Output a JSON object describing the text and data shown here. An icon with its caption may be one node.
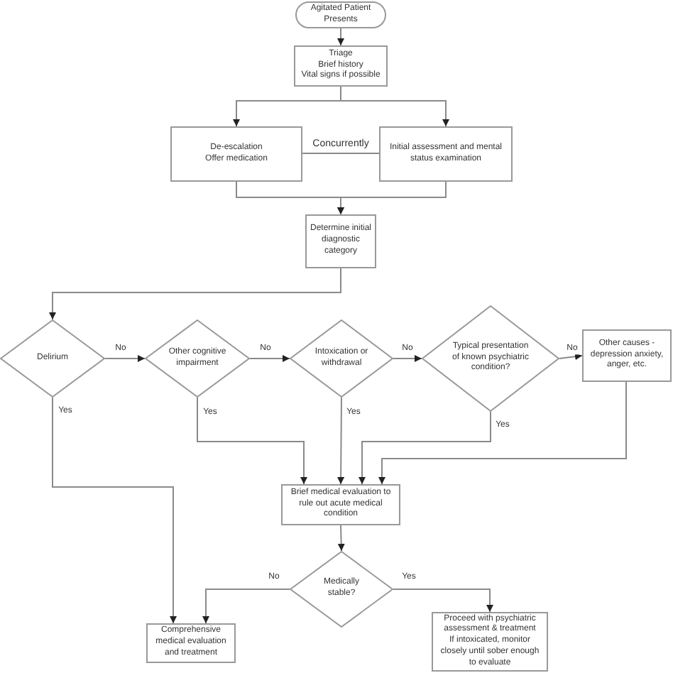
{
  "diagram": {
    "nodes": [
      {
        "text": [
          "Agitated Patient Presents"
        ]
      },
      {
        "text": [
          "Triage",
          "Brief history",
          "Vital signs if possible"
        ]
      },
      {
        "text": [
          "De-escalation",
          "Offer medication"
        ]
      },
      {
        "text": [
          "Initial assessment and mental status examination"
        ]
      },
      {
        "text": [
          "Determine initial diagnostic category"
        ]
      },
      {
        "text": [
          "Delirium"
        ]
      },
      {
        "text": [
          "Other cognitive impairment"
        ]
      },
      {
        "text": [
          "Intoxication or withdrawal"
        ]
      },
      {
        "text": [
          "Typical presentation of known psychiatric condition?"
        ]
      },
      {
        "text": [
          "Other causes - depression anxiety, anger, etc."
        ]
      },
      {
        "text": [
          "Brief medical evaluation to rule out acute medical condition"
        ]
      },
      {
        "text": [
          "Medically stable?"
        ]
      },
      {
        "text": [
          "Comprehensive medical evaluation and treatment"
        ]
      },
      {
        "text": [
          "Proceed with psychiatric assessment & treatment",
          "If intoxicated, monitor closely until sober enough to evaluate"
        ]
      }
    ],
    "edges": [
      {
        "from": 0,
        "to": 1,
        "arrow": "to"
      },
      {
        "from": 1,
        "to": 2,
        "arrow": "to"
      },
      {
        "from": 1,
        "to": 3,
        "arrow": "to"
      },
      {
        "from": 2,
        "to": 3,
        "arrow": "none",
        "label": "Concurrently"
      },
      {
        "from": 2,
        "to": 4,
        "arrow": "to"
      },
      {
        "from": 3,
        "to": 4,
        "arrow": "to"
      },
      {
        "from": 4,
        "to": 5,
        "arrow": "to"
      },
      {
        "from": 5,
        "to": 6,
        "arrow": "to",
        "label": "No"
      },
      {
        "from": 6,
        "to": 7,
        "arrow": "to",
        "label": "No"
      },
      {
        "from": 7,
        "to": 8,
        "arrow": "to",
        "label": "No"
      },
      {
        "from": 8,
        "to": 9,
        "arrow": "to",
        "label": "No"
      },
      {
        "from": 5,
        "to": 12,
        "arrow": "to",
        "label": "Yes"
      },
      {
        "from": 6,
        "to": 10,
        "arrow": "to",
        "label": "Yes"
      },
      {
        "from": 7,
        "to": 10,
        "arrow": "to",
        "label": "Yes"
      },
      {
        "from": 8,
        "to": 10,
        "arrow": "to",
        "label": "Yes"
      },
      {
        "from": 9,
        "to": 10,
        "arrow": "to"
      },
      {
        "from": 10,
        "to": 11,
        "arrow": "to"
      },
      {
        "from": 11,
        "to": 12,
        "arrow": "to",
        "label": "No"
      },
      {
        "from": 11,
        "to": 13,
        "arrow": "to",
        "label": "Yes"
      }
    ]
  }
}
